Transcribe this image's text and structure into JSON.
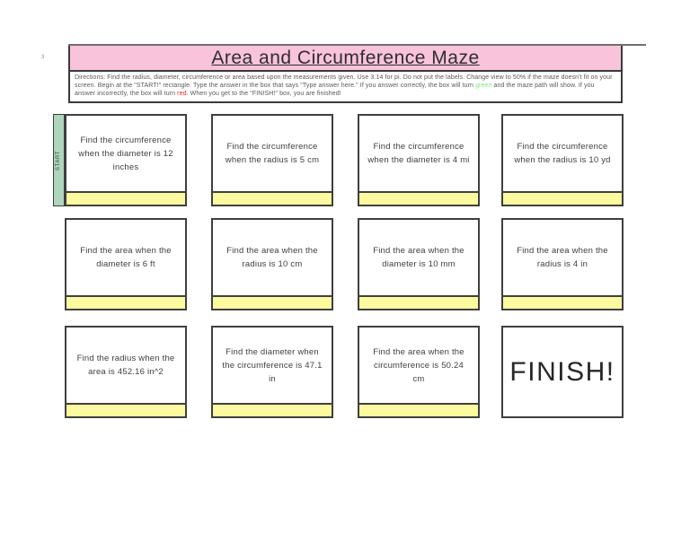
{
  "page": {
    "slide_number": "3"
  },
  "header": {
    "title": "Area and Circumference Maze"
  },
  "directions": {
    "part1": "Directions: Find the radius, diameter, circumference or area based upon the measurements given.  Use 3.14 for pi. Do not put the labels. Change view to 50% if the maze doesn't fit on your screen. Begin at the \"START!\" rectangle. Type the answer in the box that says \"Type answer here.\" If you answer correctly, the box will turn ",
    "green_word": "green",
    "part2": " and the maze path will show. If you answer incorrectly, the box will turn ",
    "red_word": "red",
    "part3": ". When you get to the \"FINISH!\" box, you are finished!"
  },
  "start_label": "START",
  "finish_label": "FINISH!",
  "cells": [
    {
      "question": "Find the circumference when the diameter is 12 inches",
      "answer_value": ""
    },
    {
      "question": "Find the circumference when the radius is 5 cm",
      "answer_value": ""
    },
    {
      "question": "Find the circumference when the diameter is 4 mi",
      "answer_value": ""
    },
    {
      "question": "Find the circumference when the radius is 10 yd",
      "answer_value": ""
    },
    {
      "question": "Find the area when the diameter is 6 ft",
      "answer_value": ""
    },
    {
      "question": "Find the area when the radius is 10 cm",
      "answer_value": ""
    },
    {
      "question": "Find the area when the diameter is 10 mm",
      "answer_value": ""
    },
    {
      "question": "Find the area when the radius is 4 in",
      "answer_value": ""
    },
    {
      "question": "Find the radius when the area is 452.16 in^2",
      "answer_value": ""
    },
    {
      "question": "Find the diameter when the circumference is 47.1 in",
      "answer_value": ""
    },
    {
      "question": "Find the area when the circumference is 50.24 cm",
      "answer_value": ""
    }
  ],
  "colors": {
    "banner_pink": "#F9C3DC",
    "answer_yellow": "#FBFA9E",
    "start_green": "#AED6BC",
    "green_word": "#7EE57E",
    "red_word": "#FF1F1F",
    "border": "#3F3F3F"
  }
}
